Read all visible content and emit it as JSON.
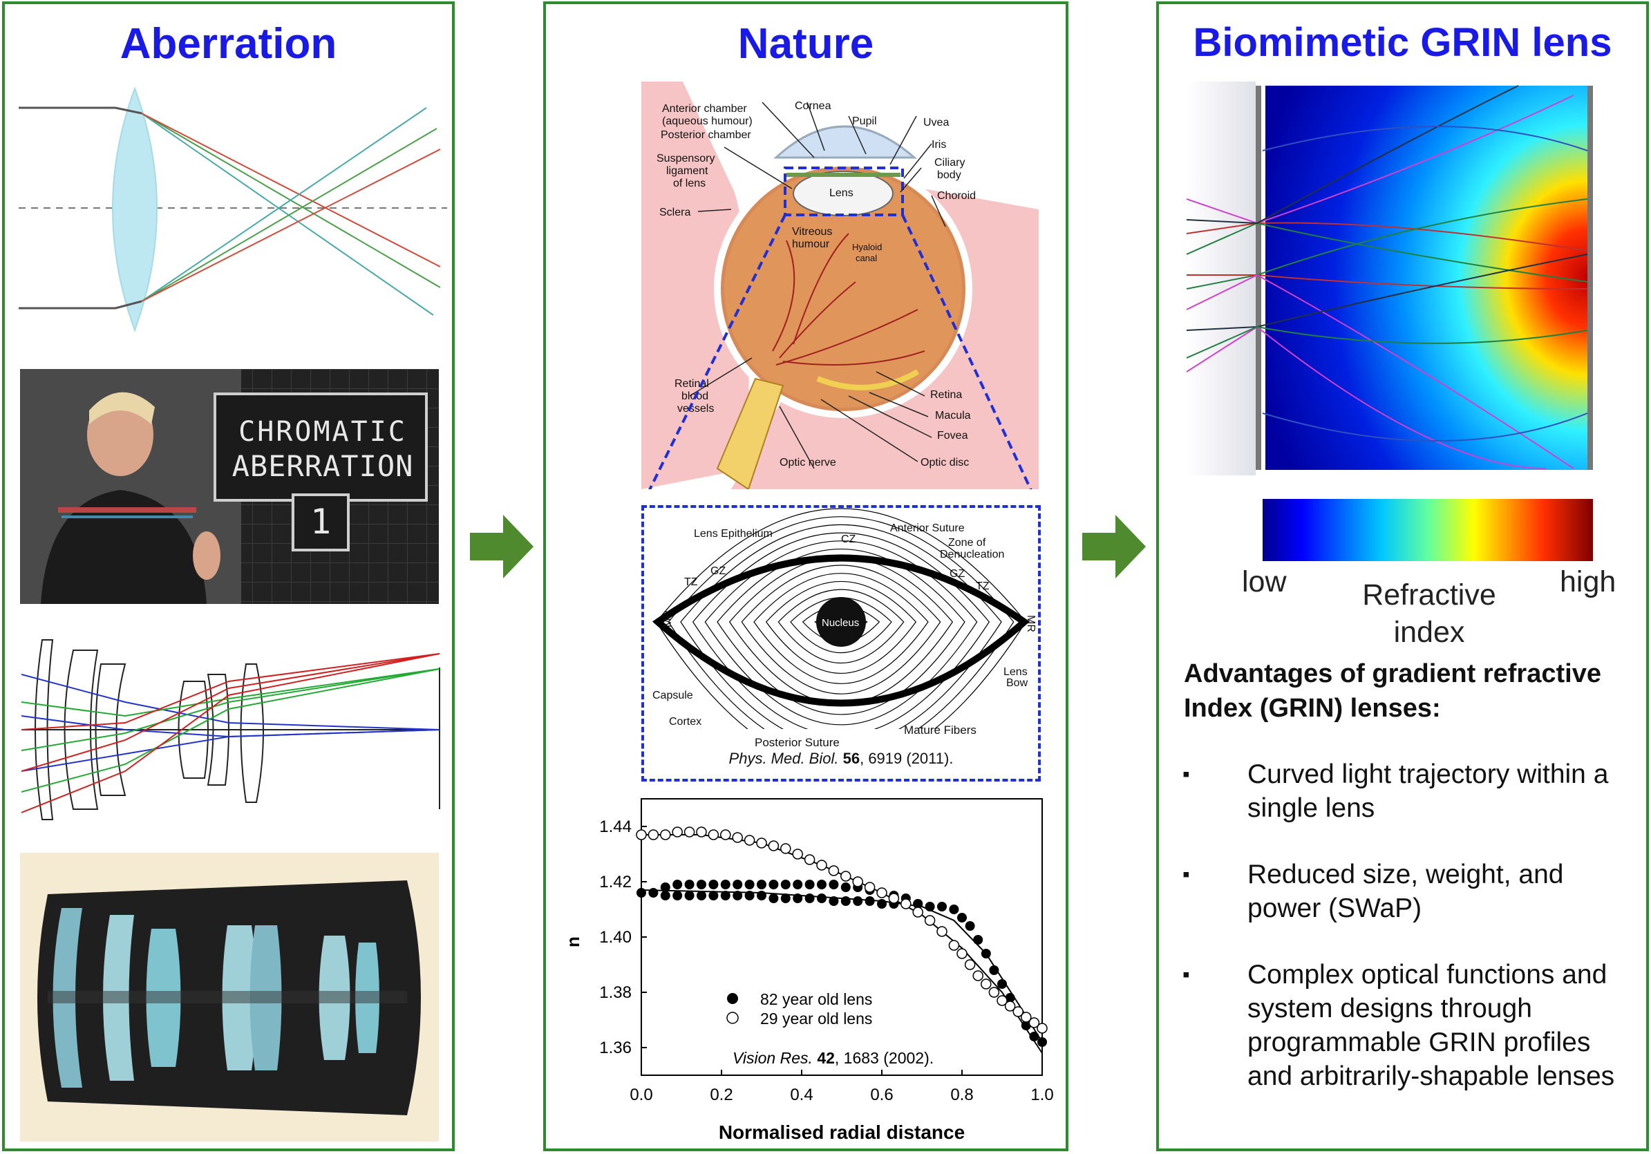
{
  "panels": {
    "aberration": {
      "title": "Aberration"
    },
    "nature": {
      "title": "Nature"
    },
    "grin": {
      "title": "Biomimetic GRIN lens"
    }
  },
  "chromatic_photo": {
    "line1": "CHROMATIC",
    "line2": "ABERRATION",
    "number": "1"
  },
  "eye_labels": {
    "anterior_chamber": "Anterior chamber",
    "aqueous": "(aqueous humour)",
    "posterior_chamber": "Posterior chamber",
    "cornea": "Cornea",
    "pupil": "Pupil",
    "uvea": "Uvea",
    "iris": "Iris",
    "ciliary": "Ciliary",
    "body": "body",
    "choroid": "Choroid",
    "suspensory": "Suspensory",
    "ligament": "ligament",
    "of_lens": "of lens",
    "sclera": "Sclera",
    "lens": "Lens",
    "vitreous": "Vitreous",
    "humour": "humour",
    "hyaloid": "Hyaloid",
    "canal": "canal",
    "retinal": "Retinal",
    "blood": "blood",
    "vessels": "vessels",
    "retina": "Retina",
    "macula": "Macula",
    "fovea": "Fovea",
    "optic_nerve": "Optic nerve",
    "optic_disc": "Optic disc"
  },
  "lens_labels": {
    "epithelium": "Lens Epithelium",
    "cz": "CZ",
    "anterior_suture": "Anterior Suture",
    "zone_of": "Zone of",
    "denucleation": "Denucleation",
    "gz_left": "GZ",
    "tz_left": "TZ",
    "gz_right": "GZ",
    "tz_right": "TZ",
    "mr_left": "MR",
    "mr_right": "MR",
    "nucleus": "Nucleus",
    "capsule": "Capsule",
    "cortex": "Cortex",
    "lens_bow_1": "Lens",
    "lens_bow_2": "Bow",
    "posterior_suture": "Posterior Suture",
    "mature_fibers": "Mature Fibers",
    "citation_journal": "Phys. Med. Biol.",
    "citation_vol": "56",
    "citation_rest": ", 6919 (2011)."
  },
  "chart_data": {
    "type": "scatter",
    "xlabel": "Normalised radial distance",
    "ylabel": "n",
    "xlim": [
      0.0,
      1.0
    ],
    "ylim": [
      1.35,
      1.45
    ],
    "xticks": [
      "0.0",
      "0.2",
      "0.4",
      "0.6",
      "0.8",
      "1.0"
    ],
    "yticks": [
      "1.36",
      "1.38",
      "1.40",
      "1.42",
      "1.44"
    ],
    "citation_journal": "Vision Res.",
    "citation_vol": "42",
    "citation_rest": ", 1683 (2002).",
    "series": [
      {
        "name": "82 year old lens",
        "marker": "filled",
        "x": [
          0.0,
          0.03,
          0.06,
          0.09,
          0.12,
          0.15,
          0.18,
          0.21,
          0.24,
          0.27,
          0.3,
          0.33,
          0.36,
          0.39,
          0.42,
          0.45,
          0.48,
          0.51,
          0.54,
          0.57,
          0.6,
          0.63,
          0.66,
          0.69,
          0.72,
          0.75,
          0.78,
          0.8,
          0.82,
          0.84,
          0.86,
          0.88,
          0.9,
          0.92,
          0.94,
          0.96,
          0.98,
          1.0,
          0.06,
          0.09,
          0.12,
          0.15,
          0.18,
          0.21,
          0.24,
          0.27,
          0.3,
          0.33,
          0.36,
          0.39,
          0.42,
          0.45,
          0.48,
          0.51,
          0.54,
          0.57,
          0.6,
          0.63,
          0.66,
          0.69
        ],
        "y": [
          1.416,
          1.416,
          1.415,
          1.415,
          1.415,
          1.415,
          1.415,
          1.415,
          1.415,
          1.415,
          1.415,
          1.414,
          1.414,
          1.414,
          1.414,
          1.414,
          1.413,
          1.413,
          1.413,
          1.413,
          1.412,
          1.412,
          1.412,
          1.412,
          1.411,
          1.411,
          1.41,
          1.407,
          1.404,
          1.399,
          1.394,
          1.388,
          1.383,
          1.378,
          1.373,
          1.368,
          1.364,
          1.362,
          1.418,
          1.419,
          1.419,
          1.419,
          1.419,
          1.419,
          1.419,
          1.419,
          1.419,
          1.419,
          1.419,
          1.419,
          1.419,
          1.419,
          1.419,
          1.418,
          1.418,
          1.417,
          1.416,
          1.415,
          1.414,
          1.412
        ]
      },
      {
        "name": "29 year old lens",
        "marker": "open",
        "x": [
          0.0,
          0.03,
          0.06,
          0.09,
          0.12,
          0.15,
          0.18,
          0.21,
          0.24,
          0.27,
          0.3,
          0.33,
          0.36,
          0.39,
          0.42,
          0.45,
          0.48,
          0.51,
          0.54,
          0.57,
          0.6,
          0.63,
          0.66,
          0.69,
          0.72,
          0.75,
          0.78,
          0.8,
          0.82,
          0.84,
          0.86,
          0.88,
          0.9,
          0.92,
          0.94,
          0.96,
          0.98,
          1.0
        ],
        "y": [
          1.437,
          1.437,
          1.437,
          1.438,
          1.438,
          1.438,
          1.437,
          1.437,
          1.436,
          1.435,
          1.434,
          1.433,
          1.432,
          1.43,
          1.428,
          1.426,
          1.424,
          1.422,
          1.42,
          1.418,
          1.416,
          1.414,
          1.412,
          1.409,
          1.406,
          1.402,
          1.397,
          1.394,
          1.39,
          1.386,
          1.383,
          1.38,
          1.377,
          1.375,
          1.373,
          1.371,
          1.369,
          1.367
        ]
      }
    ],
    "fit_82": [
      [
        0,
        1.417
      ],
      [
        0.3,
        1.416
      ],
      [
        0.6,
        1.413
      ],
      [
        0.7,
        1.411
      ],
      [
        0.78,
        1.406
      ],
      [
        0.86,
        1.394
      ],
      [
        0.94,
        1.376
      ],
      [
        1.0,
        1.362
      ]
    ],
    "fit_29": [
      [
        0,
        1.437
      ],
      [
        0.15,
        1.437
      ],
      [
        0.3,
        1.434
      ],
      [
        0.45,
        1.426
      ],
      [
        0.6,
        1.416
      ],
      [
        0.7,
        1.408
      ],
      [
        0.8,
        1.396
      ],
      [
        0.9,
        1.38
      ],
      [
        1.0,
        1.358
      ]
    ]
  },
  "colorbar": {
    "low": "low",
    "high": "high",
    "label_line1": "Refractive",
    "label_line2": "index"
  },
  "advantages": {
    "title": "Advantages of gradient refractive Index (GRIN) lenses:",
    "bullet": "▪",
    "items": [
      "Curved light trajectory within a single lens",
      "Reduced size, weight, and power (SWaP)",
      "Complex optical functions and system designs through programmable GRIN profiles and arbitrarily-shapable lenses"
    ]
  },
  "colors": {
    "panel_border": "#2e8b2e",
    "title_blue": "#1a1ae6",
    "arrow_green": "#4f8a2e",
    "dashed_blue": "#1f2fd6"
  }
}
